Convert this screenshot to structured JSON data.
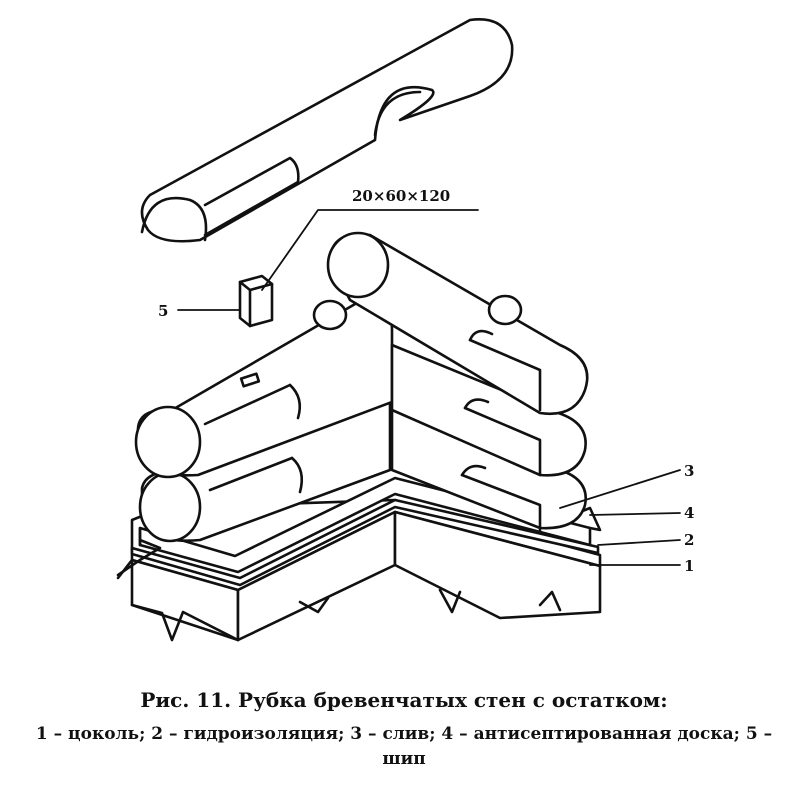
{
  "figure": {
    "dimension_label": "20×60×120",
    "callouts": [
      {
        "id": "1",
        "text": "1"
      },
      {
        "id": "2",
        "text": "2"
      },
      {
        "id": "3",
        "text": "3"
      },
      {
        "id": "4",
        "text": "4"
      },
      {
        "id": "5",
        "text": "5"
      }
    ]
  },
  "caption": {
    "title": "Рис. 11. Рубка бревенчатых стен с остатком:",
    "legend": "1 – цоколь; 2 – гидроизоляция; 3 – слив; 4 – антисептированная доска; 5 – шип"
  }
}
